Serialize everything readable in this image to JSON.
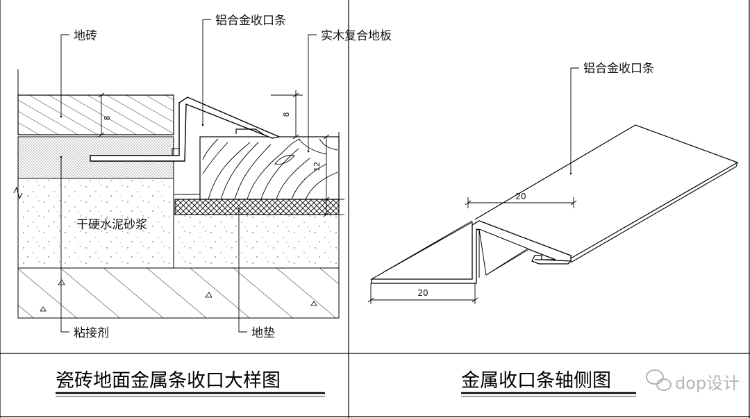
{
  "left_detail": {
    "labels": {
      "floor_tile": "地砖",
      "aluminum_strip": "铝合金收口条",
      "wood_floor": "实木复合地板",
      "mortar": "干硬水泥砂浆",
      "adhesive": "粘接剂",
      "underlay": "地垫"
    },
    "dims": {
      "tile_thickness": "8",
      "strip_height": "8",
      "wood_thickness": "12"
    },
    "title": "瓷砖地面金属条收口大样图"
  },
  "right_detail": {
    "labels": {
      "aluminum_strip": "铝合金收口条"
    },
    "dims": {
      "top_width": "20",
      "bottom_width": "20"
    },
    "title": "金属收口条轴侧图"
  },
  "watermark": {
    "text": "dop设计",
    "icon": "wechat-icon"
  },
  "colors": {
    "line": "#000000",
    "background": "#ffffff"
  }
}
